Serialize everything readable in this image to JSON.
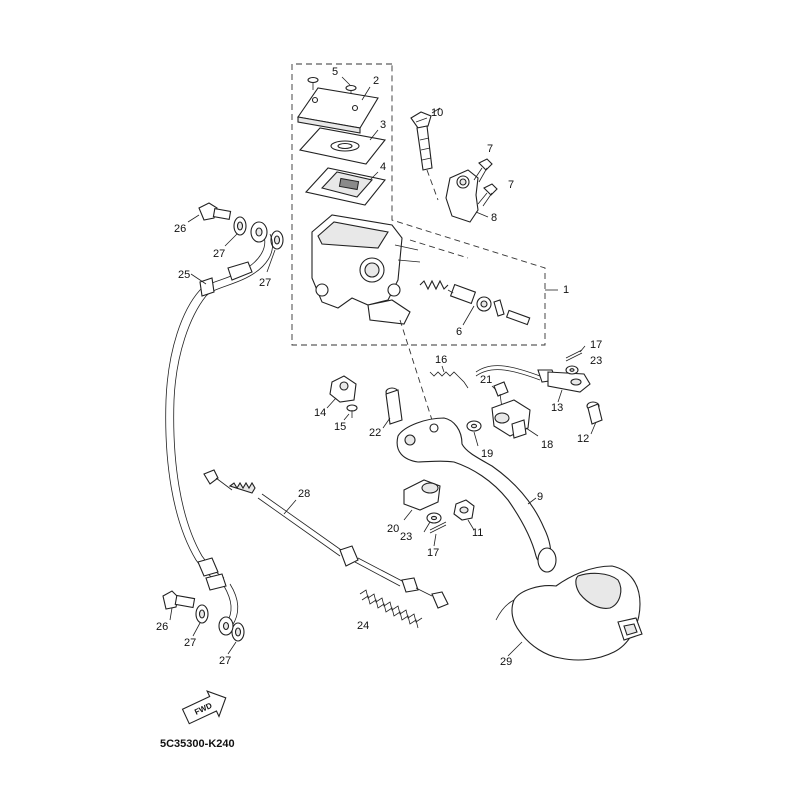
{
  "diagram": {
    "code": "5C35300-K240",
    "fwd_label": "FWD",
    "callouts": {
      "c1": "1",
      "c2": "2",
      "c3": "3",
      "c4": "4",
      "c5": "5",
      "c6": "6",
      "c7a": "7",
      "c7b": "7",
      "c8": "8",
      "c9": "9",
      "c10": "10",
      "c11": "11",
      "c12": "12",
      "c13": "13",
      "c14": "14",
      "c15": "15",
      "c16": "16",
      "c17a": "17",
      "c17b": "17",
      "c18": "18",
      "c19": "19",
      "c20": "20",
      "c21": "21",
      "c22": "22",
      "c23a": "23",
      "c23b": "23",
      "c24": "24",
      "c25": "25",
      "c26a": "26",
      "c26b": "26",
      "c27a": "27",
      "c27b": "27",
      "c27c": "27",
      "c27d": "27",
      "c28": "28",
      "c29": "29"
    }
  }
}
